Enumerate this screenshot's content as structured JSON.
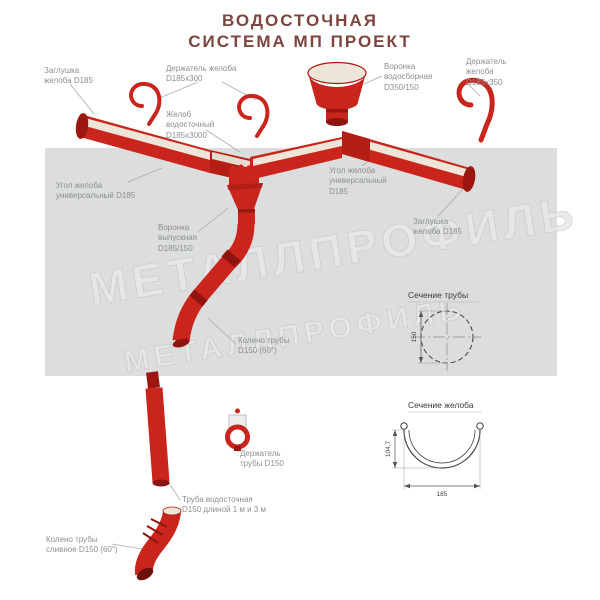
{
  "title": {
    "line1": "ВОДОСТОЧНАЯ",
    "line2": "СИСТЕМА МП ПРОЕКТ"
  },
  "watermark": "МЕТАЛЛПРОФИЛЬ",
  "labels": {
    "cap_left": "Заглушка\nжелоба D185",
    "holder_300": "Держатель желоба\nD185х300",
    "funnel_collector": "Воронка\nводосборная\nD350/150",
    "holder_350": "Держатель\nжелоба\nD185х350",
    "gutter": "Желоб\nводосточный\nD185х3000",
    "corner_left": "Угол желоба\nуниверсальный D185",
    "corner_right": "Угол желоба\nуниверсальный\nD185",
    "cap_right": "Заглушка\nжелоба D185",
    "funnel_outlet": "Воронка\nвыпускная\nD185/150",
    "elbow": "Колено трубы\nD150 (60°)",
    "pipe_holder": "Держатель\nтрубы D150",
    "pipe": "Труба водосточная\nD150 длиной 1 м и 3 м",
    "elbow_drain": "Колено трубы\nсливное D150 (60°)",
    "section_pipe": "Сечение трубы",
    "section_gutter": "Сечение желоба"
  },
  "dimensions": {
    "pipe_diameter": "150",
    "gutter_width": "185",
    "gutter_height": "104,7"
  },
  "colors": {
    "red": "#c9251c",
    "dark_red": "#8e150f",
    "cream": "#ede6d8",
    "band": "#dcdddd",
    "label_text": "#8b8f92",
    "title_text": "#7c453e"
  }
}
